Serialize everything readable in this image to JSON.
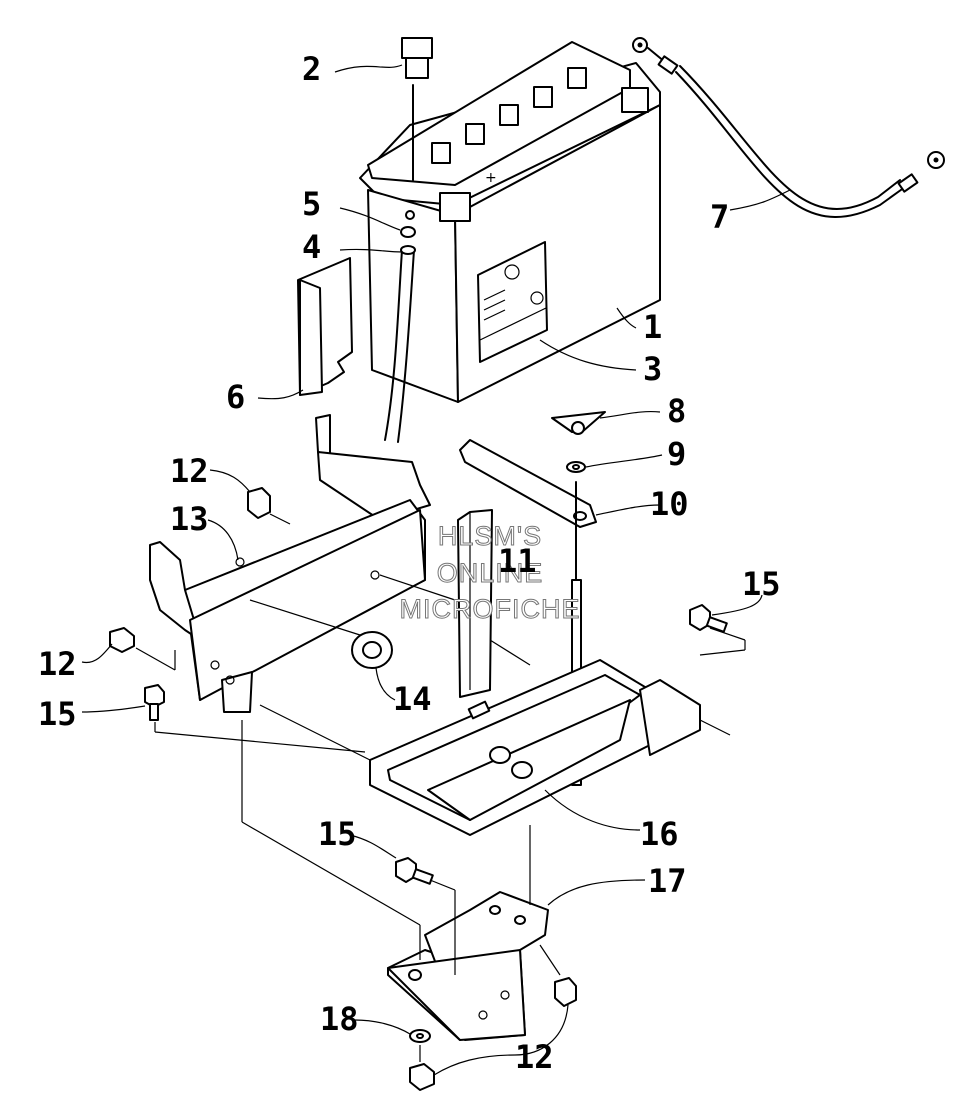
{
  "watermark": {
    "line1": "HLSM'S",
    "line2": "ONLINE",
    "line3": "MICROFICHE"
  },
  "callouts": [
    {
      "id": "c1",
      "label": "1"
    },
    {
      "id": "c2",
      "label": "2"
    },
    {
      "id": "c3",
      "label": "3"
    },
    {
      "id": "c4",
      "label": "4"
    },
    {
      "id": "c5",
      "label": "5"
    },
    {
      "id": "c6",
      "label": "6"
    },
    {
      "id": "c7",
      "label": "7"
    },
    {
      "id": "c8",
      "label": "8"
    },
    {
      "id": "c9",
      "label": "9"
    },
    {
      "id": "c10",
      "label": "10"
    },
    {
      "id": "c11",
      "label": "11"
    },
    {
      "id": "c12a",
      "label": "12"
    },
    {
      "id": "c12b",
      "label": "12"
    },
    {
      "id": "c12c",
      "label": "12"
    },
    {
      "id": "c13",
      "label": "13"
    },
    {
      "id": "c14",
      "label": "14"
    },
    {
      "id": "c15a",
      "label": "15"
    },
    {
      "id": "c15b",
      "label": "15"
    },
    {
      "id": "c15c",
      "label": "15"
    },
    {
      "id": "c16",
      "label": "16"
    },
    {
      "id": "c17",
      "label": "17"
    },
    {
      "id": "c18",
      "label": "18"
    }
  ]
}
